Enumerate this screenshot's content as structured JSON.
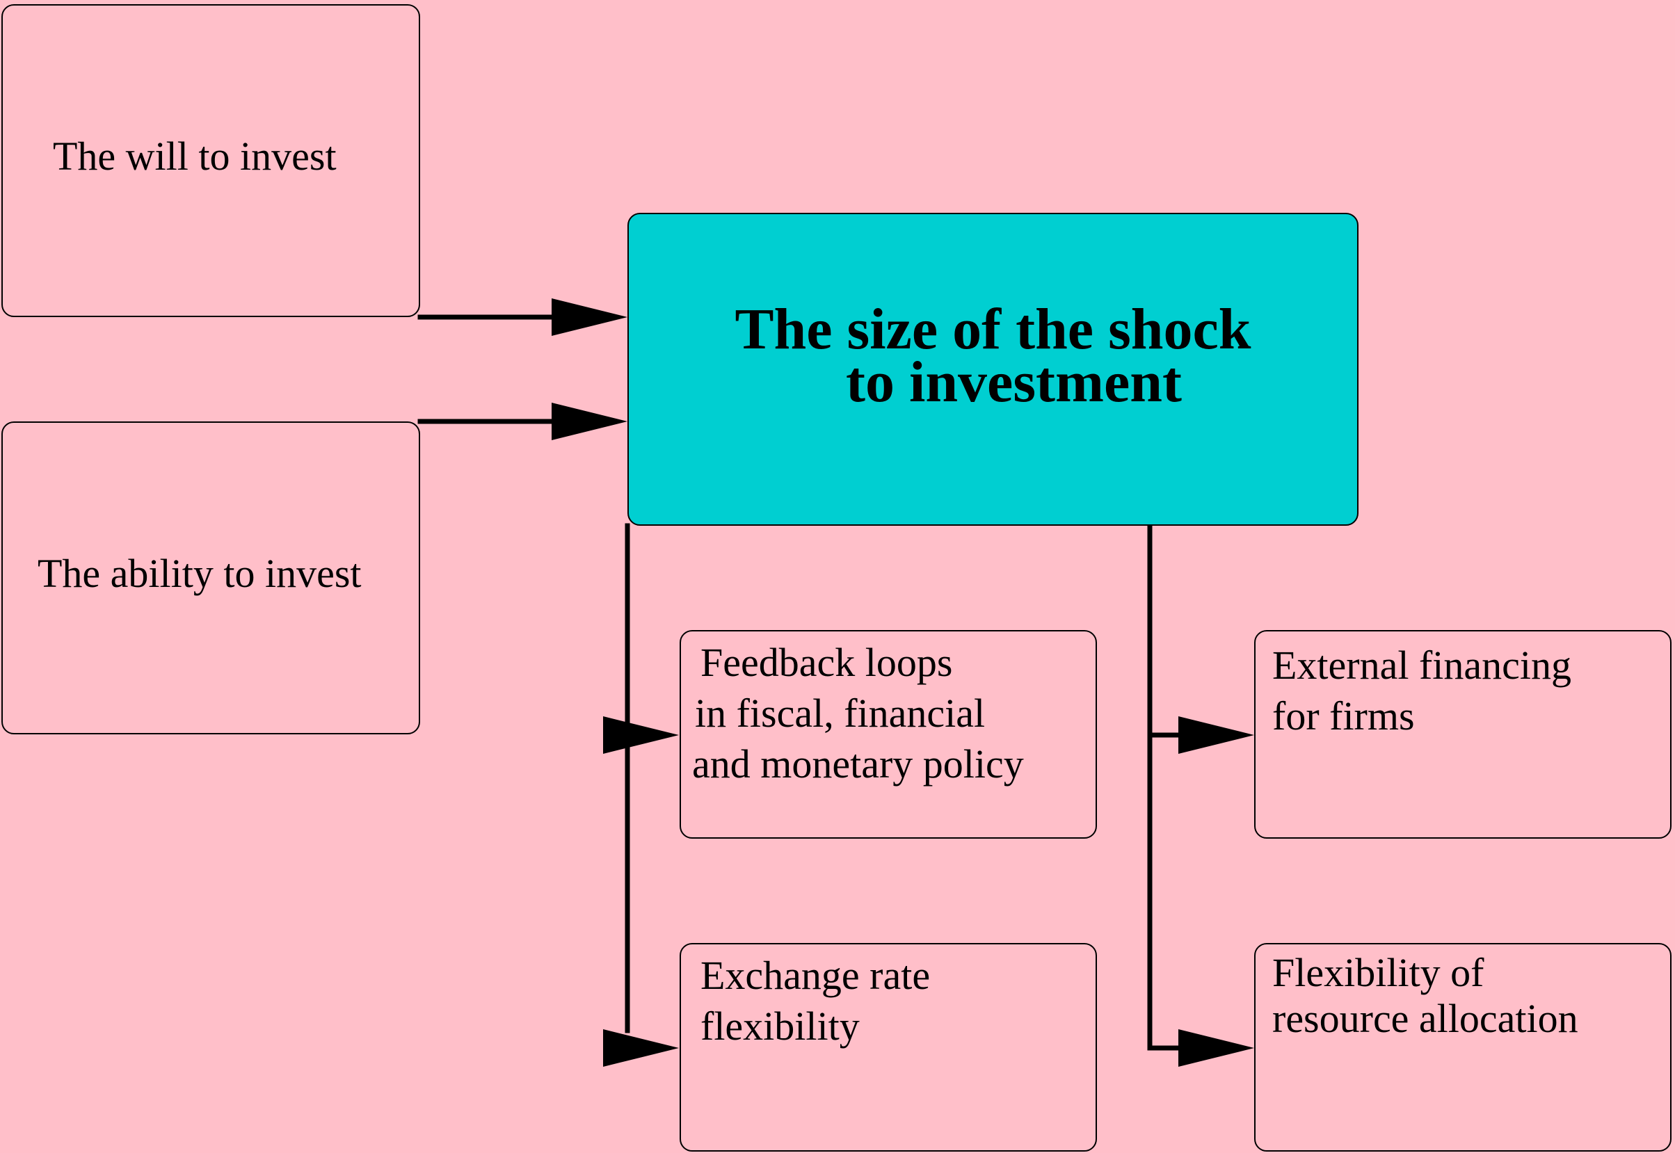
{
  "diagram": {
    "center": {
      "lines": [
        "The size of the shock",
        "to investment"
      ]
    },
    "inputs": {
      "will": "The will to invest",
      "ability": "The ability to invest"
    },
    "outputs": {
      "feedback": [
        "Feedback loops",
        "in fiscal, financial",
        "and monetary policy"
      ],
      "exchange": [
        "Exchange rate",
        "flexibility"
      ],
      "external": [
        "External financing",
        "for firms"
      ],
      "flexibility": [
        "Flexibility of",
        "resource allocation"
      ]
    },
    "colors": {
      "background": "#ffbfc9",
      "center_fill": "#00cfd1",
      "stroke": "#000000"
    }
  }
}
